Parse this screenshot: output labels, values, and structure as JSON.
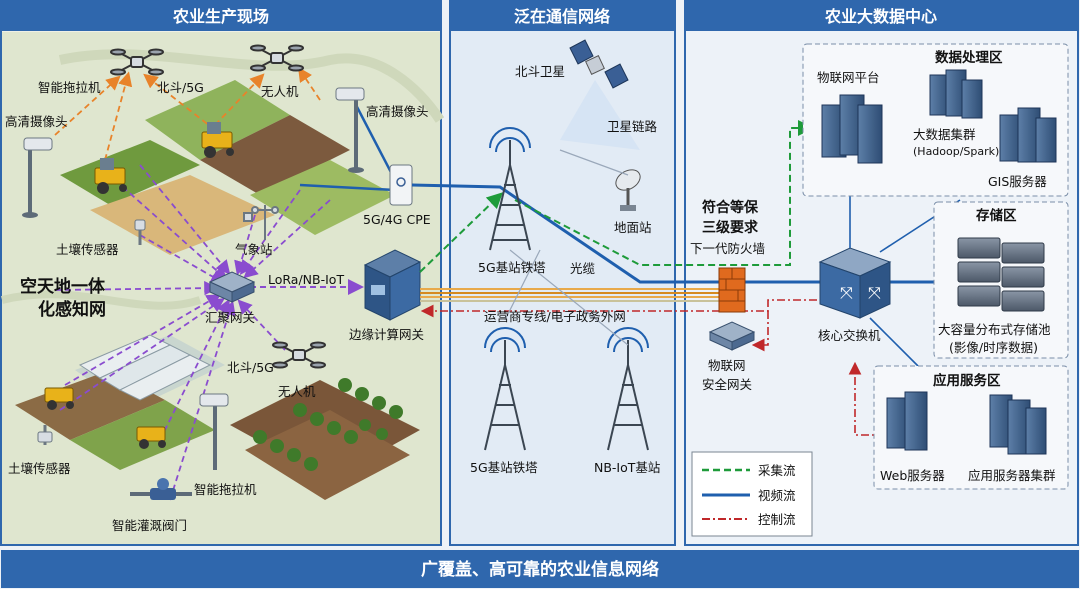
{
  "panels": {
    "field": "农业生产现场",
    "comm": "泛在通信网络",
    "datacenter": "农业大数据中心"
  },
  "footer": "广覆盖、高可靠的农业信息网络",
  "field": {
    "tractor_top": "智能拖拉机",
    "beidou_top": "北斗/5G",
    "drone_top": "无人机",
    "camera_left": "高清摄像头",
    "camera_right": "高清摄像头",
    "cpe": "5G/4G CPE",
    "soil_sensor_top": "土壤传感器",
    "weather": "气象站",
    "network_title_1": "空天地一体",
    "network_title_2": "化感知网",
    "lora": "LoRa/NB-IoT",
    "gateway": "汇聚网关",
    "edge": "边缘计算网关",
    "beidou_bottom": "北斗/5G",
    "drone_bottom": "无人机",
    "soil_sensor_bottom": "土壤传感器",
    "tractor_bottom": "智能拖拉机",
    "valve": "智能灌溉阀门"
  },
  "comm": {
    "satellite": "北斗卫星",
    "sat_link": "卫星链路",
    "ground_station": "地面站",
    "tower_top": "5G基站铁塔",
    "fiber": "光缆",
    "operator_line": "运营商专线/电子政务外网",
    "tower_bottom": "5G基站铁塔",
    "nbiot": "NB-IoT基站"
  },
  "datacenter": {
    "compliance_1": "符合等保",
    "compliance_2": "三级要求",
    "firewall": "下一代防火墙",
    "security_gw_1": "物联网",
    "security_gw_2": "安全网关",
    "core_switch": "核心交换机",
    "processing_zone": "数据处理区",
    "iot_platform": "物联网平台",
    "bigdata_cluster": "大数据集群",
    "bigdata_sub": "(Hadoop/Spark)",
    "gis": "GIS服务器",
    "storage_zone": "存储区",
    "storage_pool_1": "大容量分布式存储池",
    "storage_pool_2": "(影像/时序数据)",
    "app_zone": "应用服务区",
    "web": "Web服务器",
    "app_cluster": "应用服务器集群"
  },
  "legend": {
    "collect": "采集流",
    "video": "视频流",
    "control": "控制流"
  },
  "colors": {
    "header_blue": "#2f67ad",
    "collect_green": "#1e9b3a",
    "video_blue": "#1f5fae",
    "control_red": "#c0282a",
    "orange_dash": "#e8832a",
    "purple_dash": "#8a4ccf"
  }
}
